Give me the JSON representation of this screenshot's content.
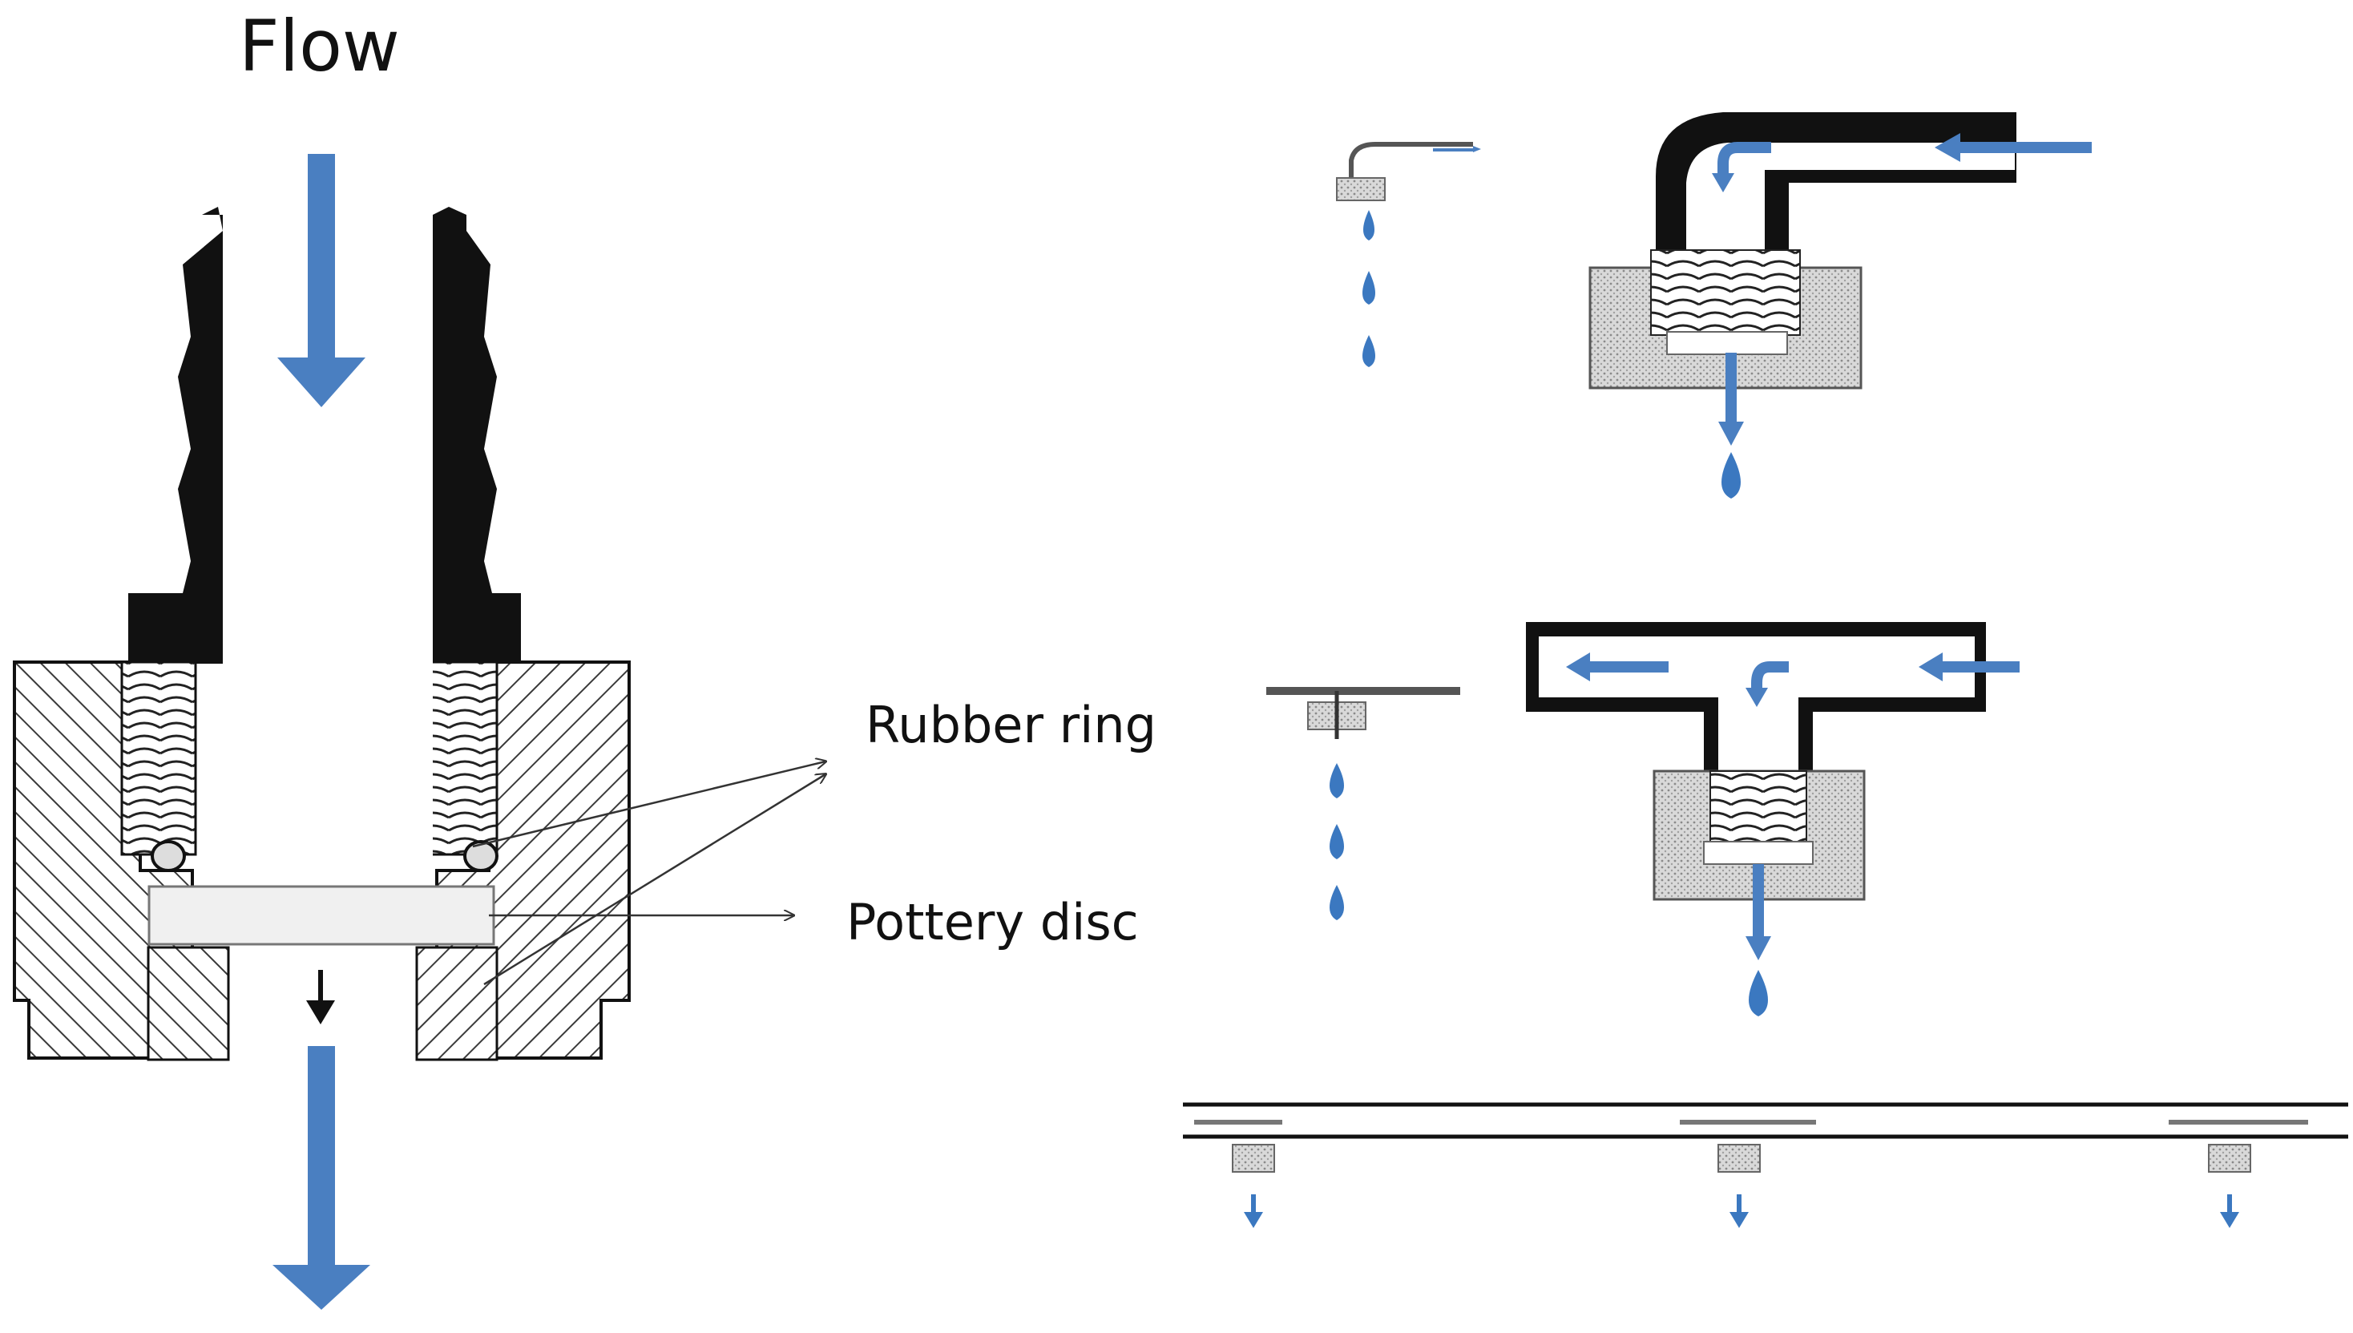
{
  "labels": {
    "flow": "Flow",
    "rubber_ring": "Rubber ring",
    "pottery_disc": "Pottery disc"
  },
  "colors": {
    "flow_arrow": "#4a7fc1",
    "water_drop": "#3b78c0",
    "body": "#111111",
    "hatch": "#444444",
    "disc": "#f0f0f0"
  }
}
